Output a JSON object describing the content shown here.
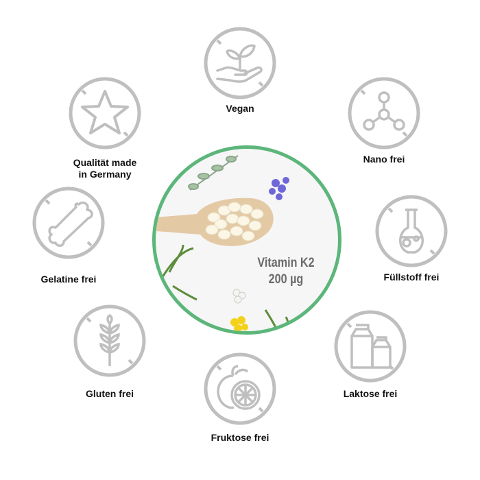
{
  "center": {
    "line1": "Vitamin K2",
    "line2": "200 µg"
  },
  "features": [
    {
      "label": "Vegan",
      "icon": "leaf-hand-icon"
    },
    {
      "label": "Qualität made in Germany",
      "line1": "Qualität made",
      "line2": "in Germany",
      "icon": "star-icon"
    },
    {
      "label": "Nano frei",
      "icon": "molecule-icon"
    },
    {
      "label": "Gelatine frei",
      "icon": "bone-icon"
    },
    {
      "label": "Füllstoff frei",
      "icon": "flask-icon"
    },
    {
      "label": "Gluten frei",
      "icon": "wheat-icon"
    },
    {
      "label": "Laktose frei",
      "icon": "milk-carton-icon"
    },
    {
      "label": "Fruktose frei",
      "icon": "fruit-icon"
    }
  ],
  "colors": {
    "ring": "#5cb67a",
    "icon": "#bfbfbf",
    "text": "#111111"
  }
}
